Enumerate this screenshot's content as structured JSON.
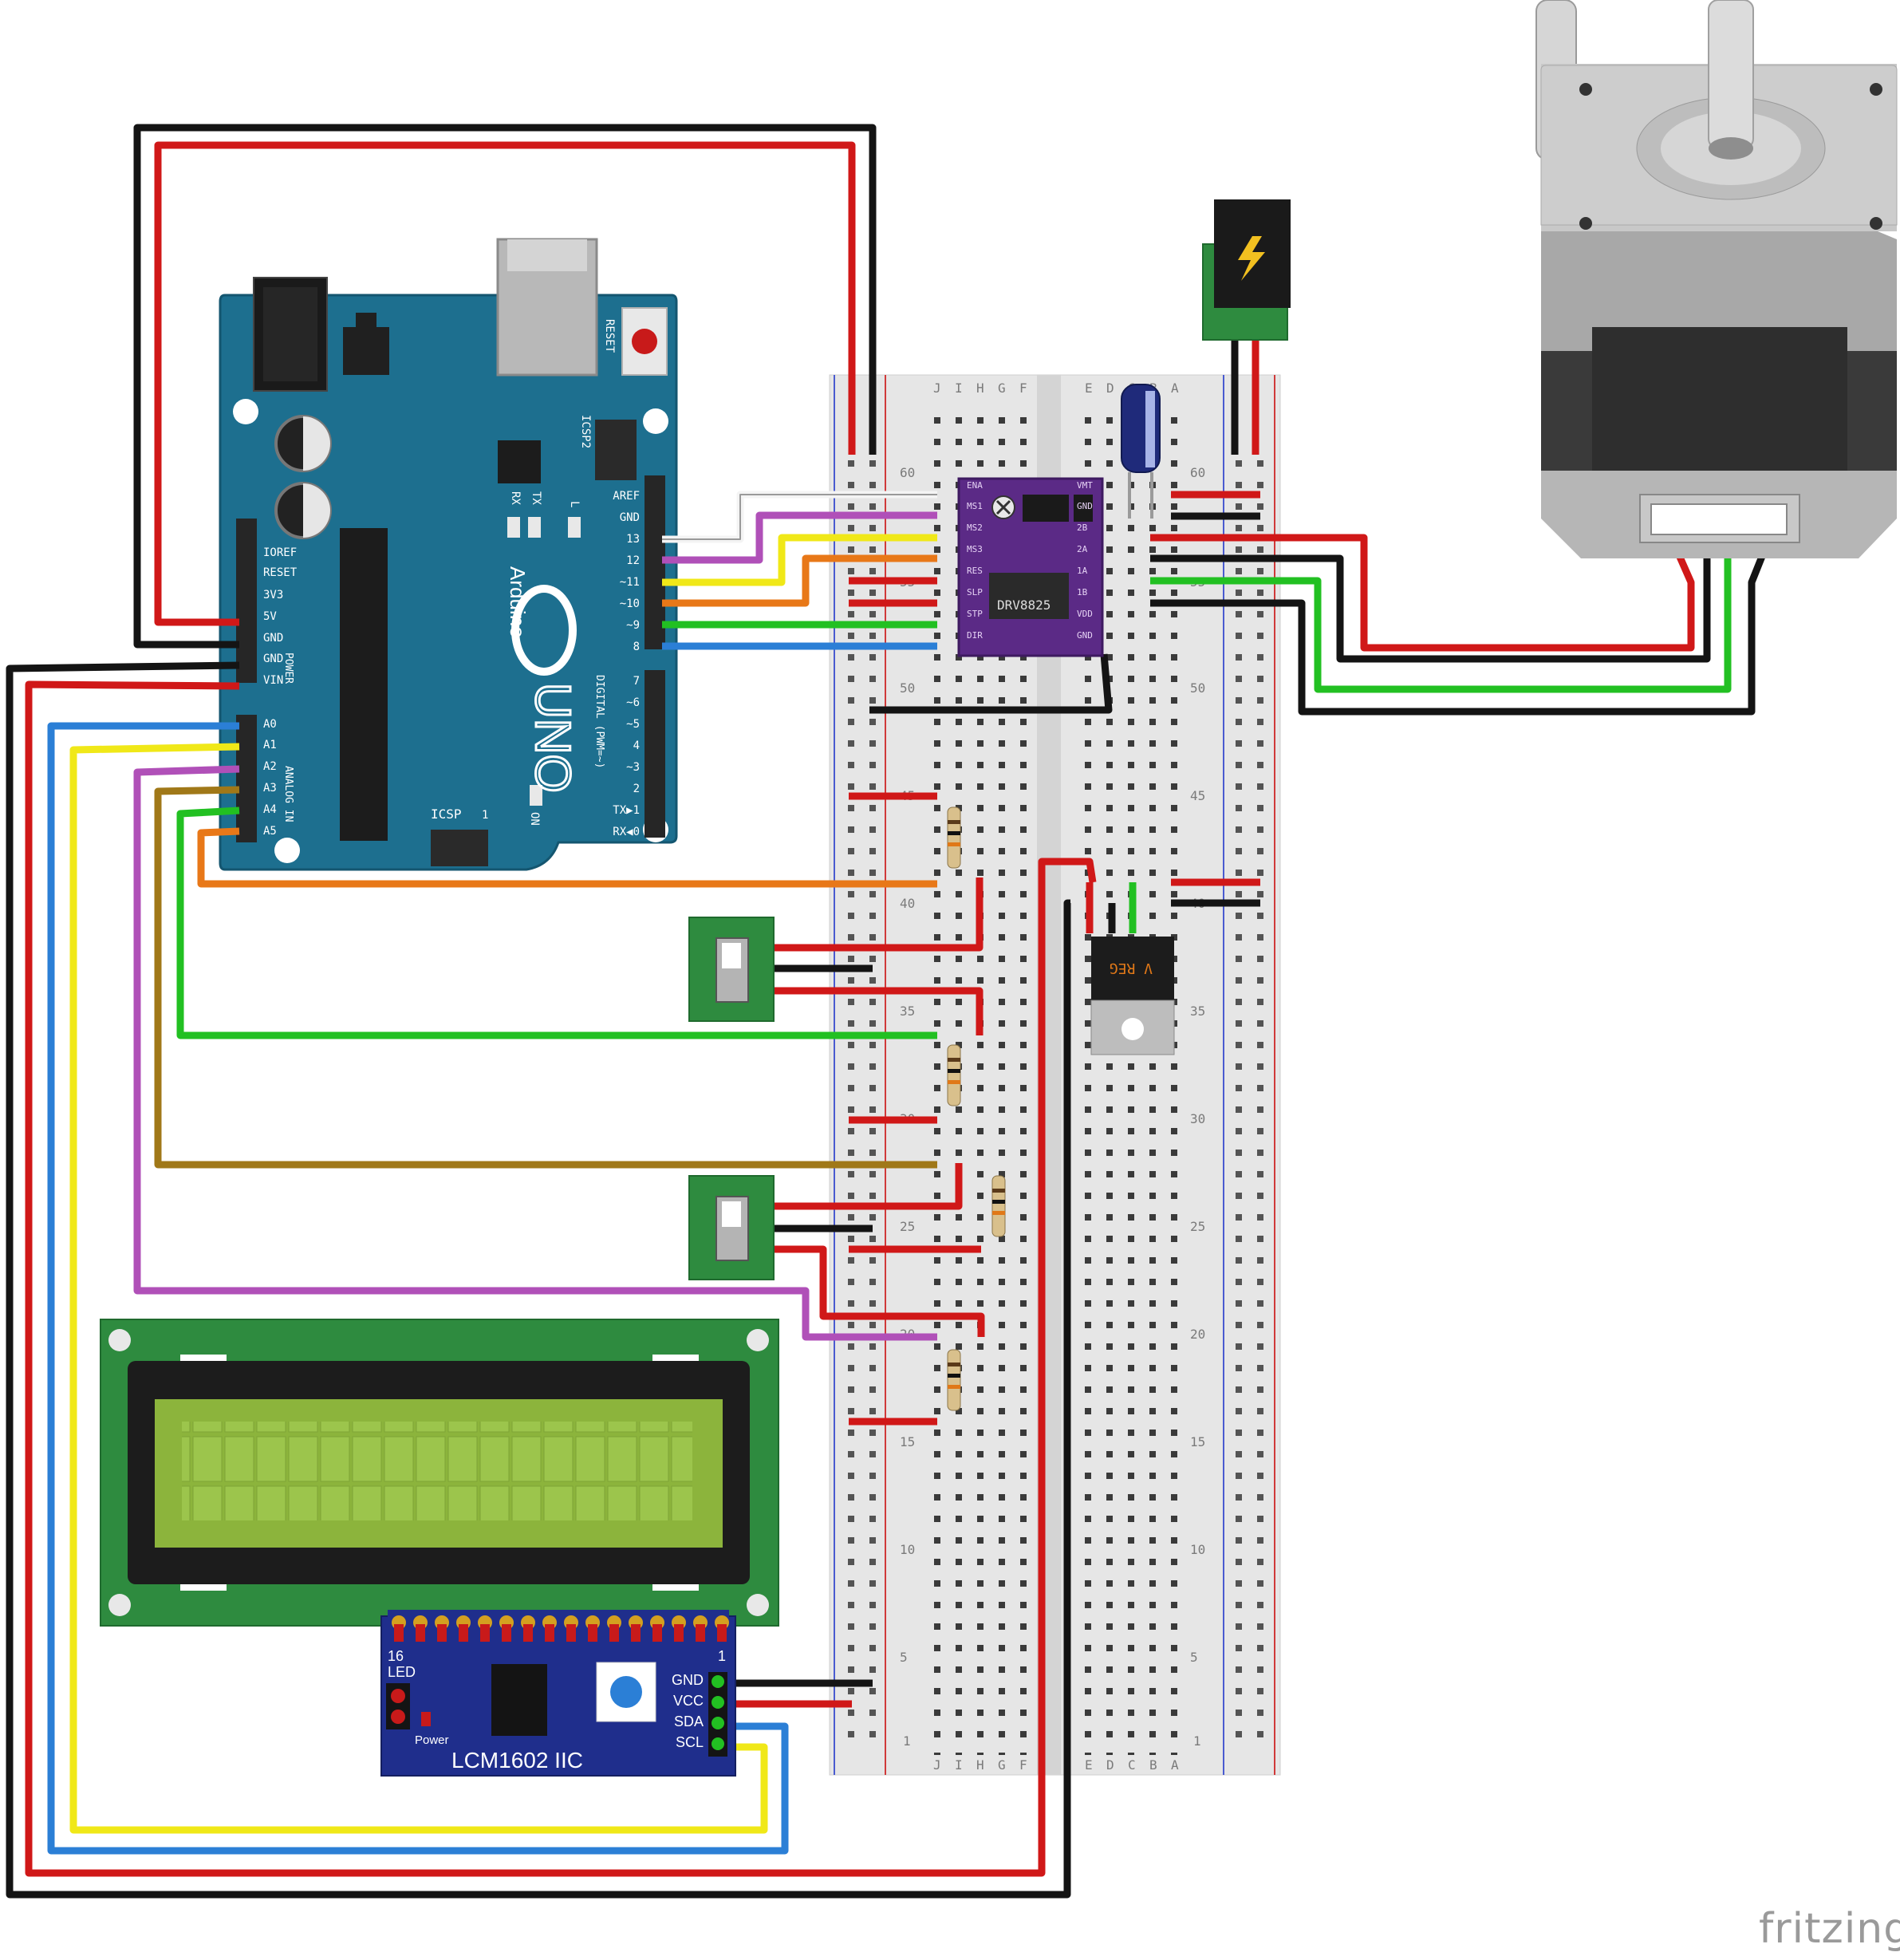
{
  "arduino": {
    "brand": "Arduino",
    "model": "UNO",
    "reset": "RESET",
    "icsp2": "ICSP2",
    "icsp": "ICSP",
    "icsp_pin1": "1",
    "on": "ON",
    "l": "L",
    "tx": "TX",
    "rx": "RX",
    "power_label": "POWER",
    "analog_label": "ANALOG IN",
    "digital_label": "DIGITAL (PWM=~)",
    "power_pins": [
      "IOREF",
      "RESET",
      "3V3",
      "5V",
      "GND",
      "GND",
      "VIN"
    ],
    "analog_pins": [
      "A0",
      "A1",
      "A2",
      "A3",
      "A4",
      "A5"
    ],
    "digital_upper_pins": [
      "AREF",
      "GND",
      "13",
      "12",
      "~11",
      "~10",
      "~9",
      "8"
    ],
    "digital_lower_pins": [
      "7",
      "~6",
      "~5",
      "4",
      "~3",
      "2",
      "TX▶1",
      "RX◀0"
    ]
  },
  "driver": {
    "name": "DRV8825",
    "left_pins": [
      "ENA",
      "MS1",
      "MS2",
      "MS3",
      "RES",
      "SLP",
      "STP",
      "DIR"
    ],
    "right_pins": [
      "VMT",
      "GND",
      "2B",
      "2A",
      "1A",
      "1B",
      "VDD",
      "GND"
    ]
  },
  "regulator": {
    "label": "V REG"
  },
  "breadboard": {
    "cols_left": [
      "J",
      "I",
      "H",
      "G",
      "F"
    ],
    "cols_right": [
      "E",
      "D",
      "C",
      "B",
      "A"
    ],
    "row_numbers": [
      "60",
      "55",
      "50",
      "45",
      "40",
      "35",
      "30",
      "25",
      "20",
      "15",
      "10",
      "5",
      "1"
    ]
  },
  "lcd": {
    "module": "LCM1602 IIC",
    "pins": [
      "GND",
      "VCC",
      "SDA",
      "SCL"
    ],
    "led": "LED",
    "pin16": "16",
    "pin1": "1",
    "power": "Power"
  },
  "watermark": "fritzing",
  "colors": {
    "arduino": "#1d6f8f",
    "driver": "#5b2a86",
    "lcd_pcb": "#2e8b3f",
    "lcd_screen": "#8cb43c",
    "i2c_board": "#1f2e8c",
    "wire_red": "#d01818",
    "wire_black": "#141414",
    "wire_green": "#22c022",
    "wire_yellow": "#f0e818",
    "wire_blue": "#2b7fd6",
    "wire_orange": "#e87818",
    "wire_purple": "#b050b8",
    "wire_brown": "#a07818",
    "wire_white": "#f4f4f4"
  }
}
